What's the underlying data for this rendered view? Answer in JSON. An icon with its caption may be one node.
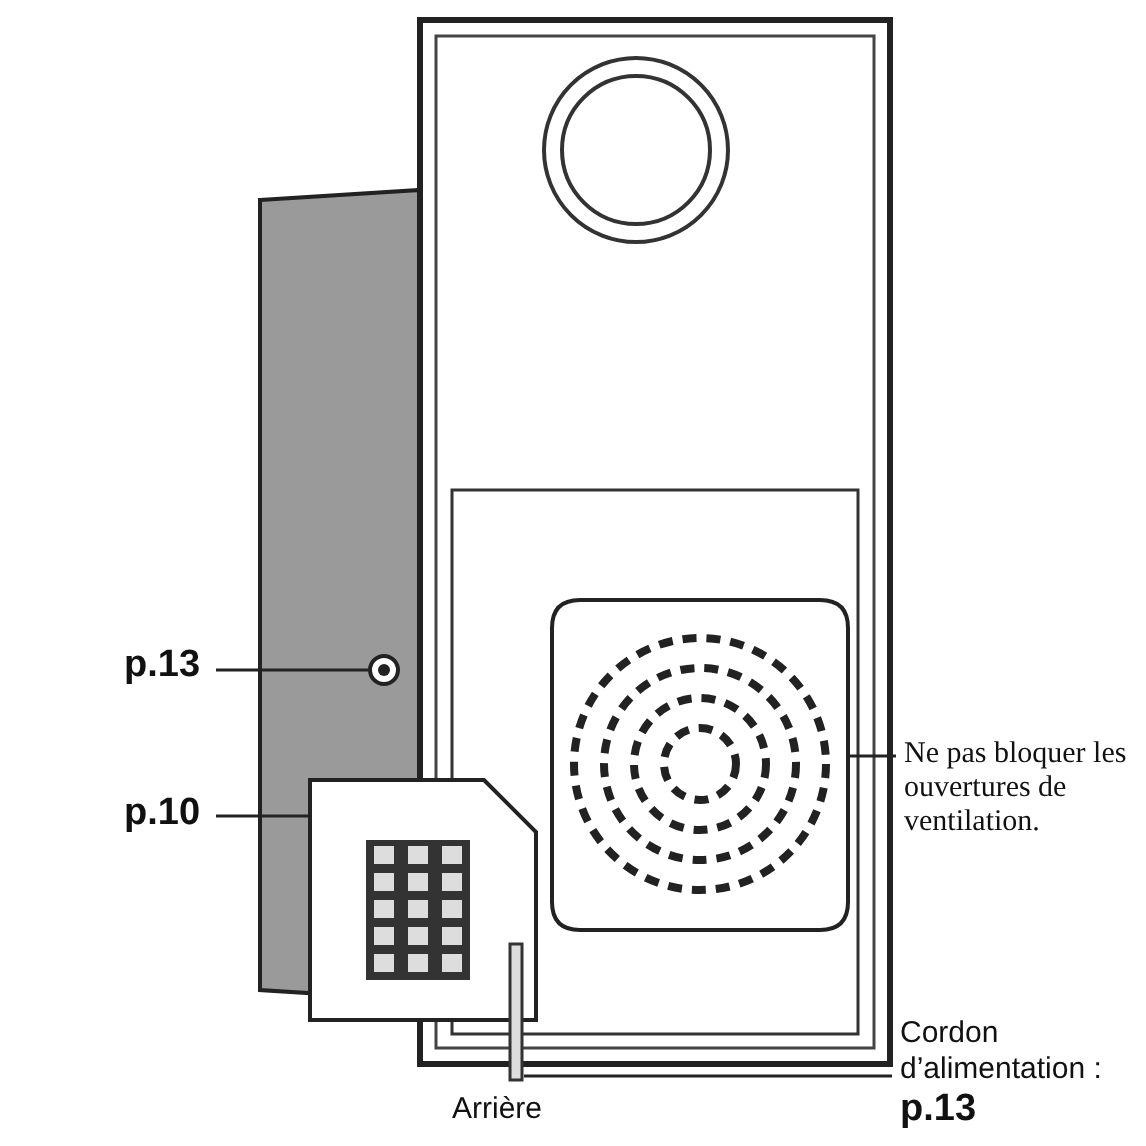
{
  "diagram": {
    "nodes": [
      {
        "text": [
          "p.13"
        ]
      },
      {
        "text": [],
        "shape": "circle"
      },
      {
        "text": [
          "p.10"
        ]
      },
      {
        "text": [],
        "shape": "box"
      },
      {
        "text": [
          "Ne pas bloquer les ouvertures de ventilation."
        ]
      },
      {
        "text": [],
        "shape": "box"
      },
      {
        "text": [
          "Cordon d’alimentation :",
          "p.13"
        ]
      },
      {
        "text": [],
        "shape": "cylinder"
      }
    ],
    "edges": [
      {
        "from": 0,
        "to": 1,
        "arrow": "none"
      },
      {
        "from": 2,
        "to": 3,
        "arrow": "none"
      },
      {
        "from": 4,
        "to": 5,
        "arrow": "none"
      },
      {
        "from": 6,
        "to": 7,
        "arrow": "none"
      }
    ],
    "labels": [
      "Arrière"
    ]
  }
}
